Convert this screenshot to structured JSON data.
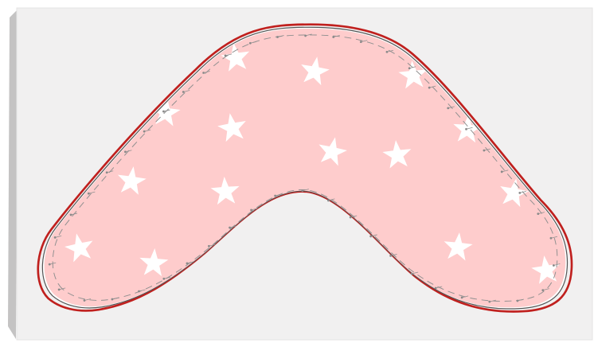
{
  "illustration": {
    "subject": "pillow-sewing-pattern",
    "colors": {
      "board": "#f1f0f0",
      "board_shadow": "#c4c3c3",
      "board_edge": "#e4e3e3",
      "fabric": "#fecccc",
      "pattern_line": "#c0201e",
      "inner_edge": "#555555",
      "stitch_line": "#8f8f8f",
      "pin_head": "#8a8a8a",
      "star": "#ffffff"
    },
    "elements": {
      "board": "fabric-board",
      "fabric": "fabric-piece",
      "pattern_outline": "pattern-outline",
      "stitch_line": "stitch-line",
      "pins": "pin",
      "stars": "star-icon"
    }
  }
}
